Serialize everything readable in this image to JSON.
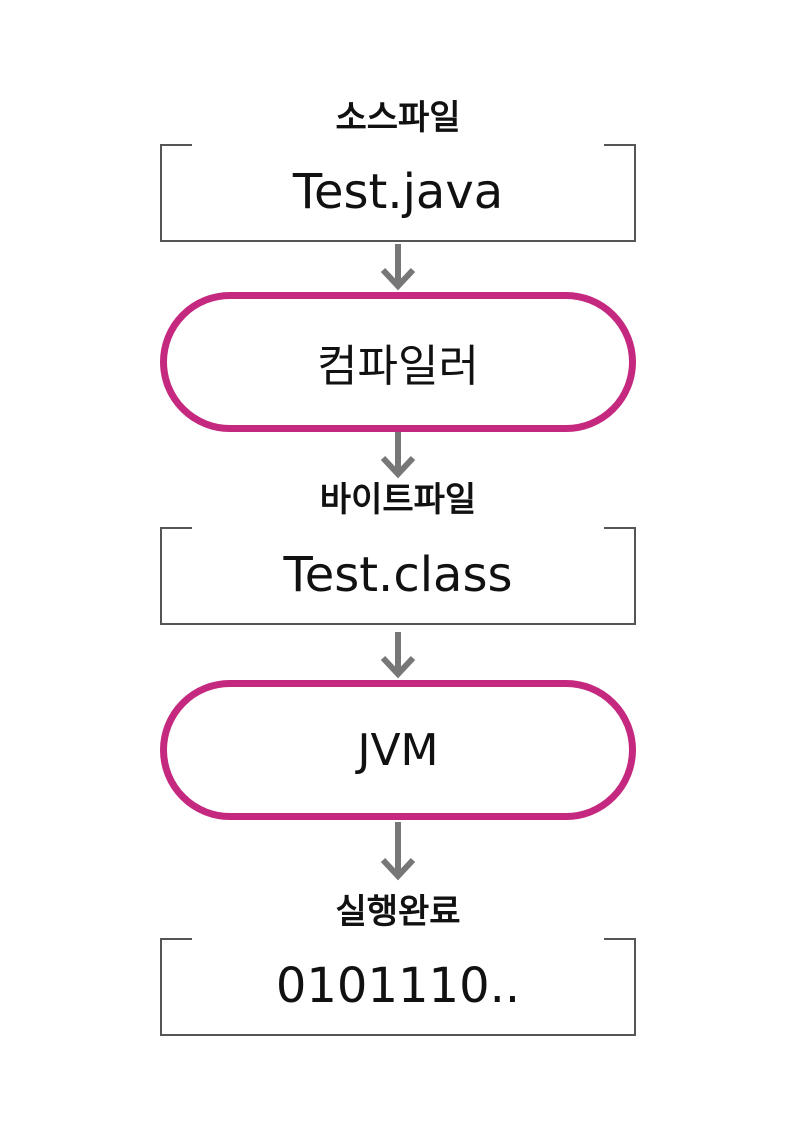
{
  "steps": {
    "source_label": "소스파일",
    "source_file": "Test.java",
    "compiler": "컴파일러",
    "byte_label": "바이트파일",
    "byte_file": "Test.class",
    "jvm": "JVM",
    "done_label": "실행완료",
    "output": "0101110.."
  },
  "colors": {
    "accent": "#c4287f",
    "arrow": "#777777",
    "box_border": "#555555"
  }
}
